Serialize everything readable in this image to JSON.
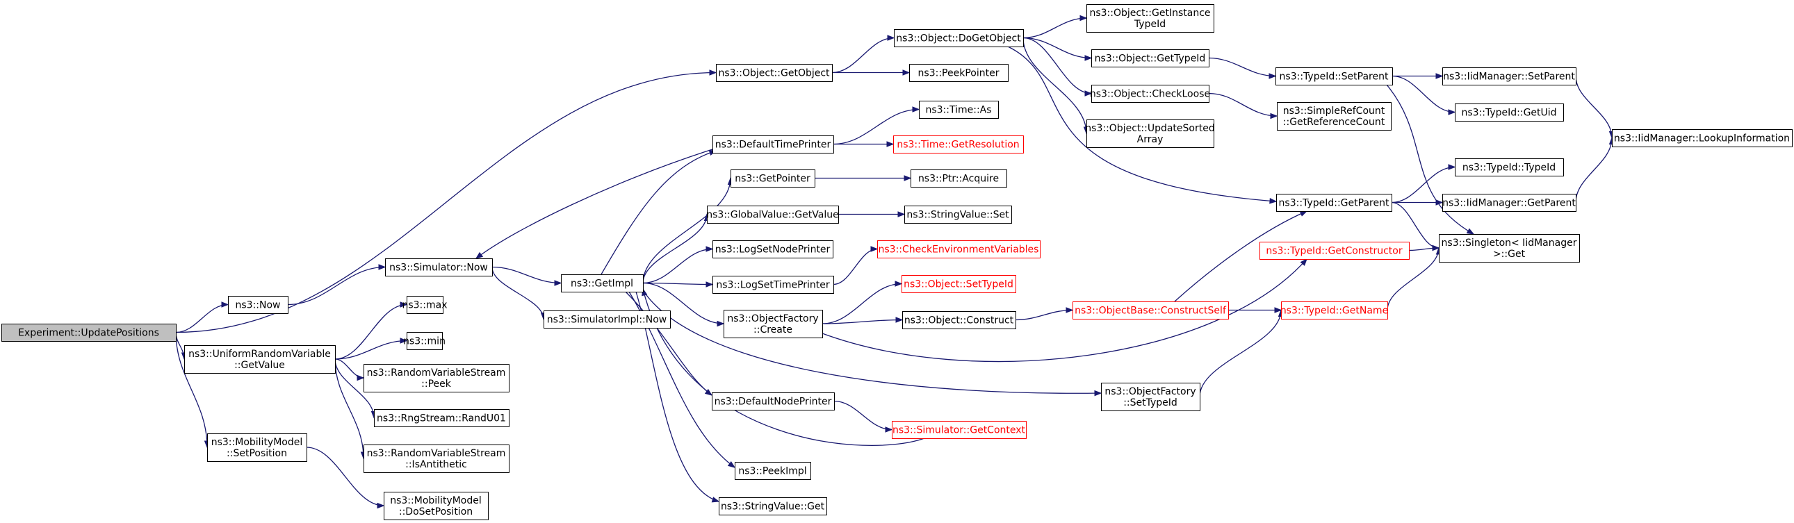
{
  "nodes": [
    {
      "id": "root",
      "lines": [
        "Experiment::UpdatePositions"
      ],
      "style": "root"
    },
    {
      "id": "now",
      "lines": [
        "ns3::Now"
      ]
    },
    {
      "id": "urv",
      "lines": [
        "ns3::UniformRandomVariable",
        "::GetValue"
      ]
    },
    {
      "id": "mmset",
      "lines": [
        "ns3::MobilityModel",
        "::SetPosition"
      ]
    },
    {
      "id": "getobject",
      "lines": [
        "ns3::Object::GetObject"
      ]
    },
    {
      "id": "simnow",
      "lines": [
        "ns3::Simulator::Now"
      ]
    },
    {
      "id": "max",
      "lines": [
        "ns3::max"
      ]
    },
    {
      "id": "min",
      "lines": [
        "ns3::min"
      ]
    },
    {
      "id": "rvspeek",
      "lines": [
        "ns3::RandomVariableStream",
        "::Peek"
      ]
    },
    {
      "id": "randu",
      "lines": [
        "ns3::RngStream::RandU01"
      ]
    },
    {
      "id": "isanti",
      "lines": [
        "ns3::RandomVariableStream",
        "::IsAntithetic"
      ]
    },
    {
      "id": "dosetpos",
      "lines": [
        "ns3::MobilityModel",
        "::DoSetPosition"
      ]
    },
    {
      "id": "dogetobject",
      "lines": [
        "ns3::Object::DoGetObject"
      ]
    },
    {
      "id": "peekpointer",
      "lines": [
        "ns3::PeekPointer"
      ]
    },
    {
      "id": "getimpl",
      "lines": [
        "ns3::GetImpl"
      ]
    },
    {
      "id": "simimplnow",
      "lines": [
        "ns3::SimulatorImpl::Now"
      ]
    },
    {
      "id": "dtp",
      "lines": [
        "ns3::DefaultTimePrinter"
      ]
    },
    {
      "id": "getpointer",
      "lines": [
        "ns3::GetPointer"
      ]
    },
    {
      "id": "gvget",
      "lines": [
        "ns3::GlobalValue::GetValue"
      ]
    },
    {
      "id": "lognode",
      "lines": [
        "ns3::LogSetNodePrinter"
      ]
    },
    {
      "id": "logtime",
      "lines": [
        "ns3::LogSetTimePrinter"
      ]
    },
    {
      "id": "ofcreate",
      "lines": [
        "ns3::ObjectFactory",
        "::Create"
      ]
    },
    {
      "id": "dnp",
      "lines": [
        "ns3::DefaultNodePrinter"
      ]
    },
    {
      "id": "peekimpl",
      "lines": [
        "ns3::PeekImpl"
      ]
    },
    {
      "id": "svget",
      "lines": [
        "ns3::StringValue::Get"
      ]
    },
    {
      "id": "timeas",
      "lines": [
        "ns3::Time::As"
      ]
    },
    {
      "id": "timeres",
      "lines": [
        "ns3::Time::GetResolution"
      ],
      "style": "red"
    },
    {
      "id": "ptracq",
      "lines": [
        "ns3::Ptr::Acquire"
      ]
    },
    {
      "id": "svset",
      "lines": [
        "ns3::StringValue::Set"
      ]
    },
    {
      "id": "checkenv",
      "lines": [
        "ns3::CheckEnvironmentVariables"
      ],
      "style": "red"
    },
    {
      "id": "objsettype",
      "lines": [
        "ns3::Object::SetTypeId"
      ],
      "style": "red"
    },
    {
      "id": "objconstruct",
      "lines": [
        "ns3::Object::Construct"
      ]
    },
    {
      "id": "simctx",
      "lines": [
        "ns3::Simulator::GetContext"
      ],
      "style": "red"
    },
    {
      "id": "getinst",
      "lines": [
        "ns3::Object::GetInstance",
        "TypeId"
      ]
    },
    {
      "id": "gettypeid",
      "lines": [
        "ns3::Object::GetTypeId"
      ]
    },
    {
      "id": "checkloose",
      "lines": [
        "ns3::Object::CheckLoose"
      ]
    },
    {
      "id": "updsorted",
      "lines": [
        "ns3::Object::UpdateSorted",
        "Array"
      ]
    },
    {
      "id": "obconstructself",
      "lines": [
        "ns3::ObjectBase::ConstructSelf"
      ],
      "style": "red"
    },
    {
      "id": "ofsettype",
      "lines": [
        "ns3::ObjectFactory",
        "::SetTypeId"
      ]
    },
    {
      "id": "tsetparent",
      "lines": [
        "ns3::TypeId::SetParent"
      ]
    },
    {
      "id": "srcref",
      "lines": [
        "ns3::SimpleRefCount",
        "::GetReferenceCount"
      ]
    },
    {
      "id": "tgetparent",
      "lines": [
        "ns3::TypeId::GetParent"
      ]
    },
    {
      "id": "tgetctor",
      "lines": [
        "ns3::TypeId::GetConstructor"
      ],
      "style": "red"
    },
    {
      "id": "tgetname",
      "lines": [
        "ns3::TypeId::GetName"
      ],
      "style": "red"
    },
    {
      "id": "iidsetparent",
      "lines": [
        "ns3::IidManager::SetParent"
      ]
    },
    {
      "id": "tgetuid",
      "lines": [
        "ns3::TypeId::GetUid"
      ]
    },
    {
      "id": "ttypeid",
      "lines": [
        "ns3::TypeId::TypeId"
      ]
    },
    {
      "id": "iidgetparent",
      "lines": [
        "ns3::IidManager::GetParent"
      ]
    },
    {
      "id": "singleton",
      "lines": [
        "ns3::Singleton< IidManager",
        " >::Get"
      ]
    },
    {
      "id": "iidlookup",
      "lines": [
        "ns3::IidManager::LookupInformation"
      ]
    }
  ],
  "edges": [
    {
      "from": "root",
      "to": "getobject"
    },
    {
      "from": "root",
      "to": "now"
    },
    {
      "from": "root",
      "to": "urv"
    },
    {
      "from": "root",
      "to": "mmset"
    },
    {
      "from": "now",
      "to": "simnow"
    },
    {
      "from": "urv",
      "to": "max"
    },
    {
      "from": "urv",
      "to": "min"
    },
    {
      "from": "urv",
      "to": "rvspeek"
    },
    {
      "from": "urv",
      "to": "randu"
    },
    {
      "from": "urv",
      "to": "isanti"
    },
    {
      "from": "mmset",
      "to": "dosetpos"
    },
    {
      "from": "getobject",
      "to": "dogetobject"
    },
    {
      "from": "getobject",
      "to": "peekpointer"
    },
    {
      "from": "simnow",
      "to": "getimpl"
    },
    {
      "from": "simnow",
      "to": "simimplnow"
    },
    {
      "from": "dtp",
      "to": "simnow"
    },
    {
      "from": "dtp",
      "to": "timeas"
    },
    {
      "from": "dtp",
      "to": "timeres"
    },
    {
      "from": "getimpl",
      "to": "dtp"
    },
    {
      "from": "getimpl",
      "to": "getpointer"
    },
    {
      "from": "getimpl",
      "to": "gvget"
    },
    {
      "from": "getimpl",
      "to": "lognode"
    },
    {
      "from": "getimpl",
      "to": "logtime"
    },
    {
      "from": "getimpl",
      "to": "ofcreate"
    },
    {
      "from": "getimpl",
      "to": "dnp"
    },
    {
      "from": "getimpl",
      "to": "peekimpl"
    },
    {
      "from": "getimpl",
      "to": "svget"
    },
    {
      "from": "getimpl",
      "to": "ofsettype"
    },
    {
      "from": "simctx",
      "to": "getimpl"
    },
    {
      "from": "getpointer",
      "to": "ptracq"
    },
    {
      "from": "gvget",
      "to": "svset"
    },
    {
      "from": "logtime",
      "to": "checkenv"
    },
    {
      "from": "ofcreate",
      "to": "objsettype"
    },
    {
      "from": "ofcreate",
      "to": "objconstruct"
    },
    {
      "from": "ofcreate",
      "to": "tgetctor"
    },
    {
      "from": "dnp",
      "to": "simctx"
    },
    {
      "from": "objconstruct",
      "to": "obconstructself"
    },
    {
      "from": "obconstructself",
      "to": "tgetparent"
    },
    {
      "from": "obconstructself",
      "to": "tgetname"
    },
    {
      "from": "ofsettype",
      "to": "tgetname"
    },
    {
      "from": "dogetobject",
      "to": "getinst"
    },
    {
      "from": "dogetobject",
      "to": "gettypeid"
    },
    {
      "from": "dogetobject",
      "to": "checkloose"
    },
    {
      "from": "dogetobject",
      "to": "updsorted"
    },
    {
      "from": "dogetobject",
      "to": "tgetparent"
    },
    {
      "from": "gettypeid",
      "to": "tsetparent"
    },
    {
      "from": "checkloose",
      "to": "srcref"
    },
    {
      "from": "tsetparent",
      "to": "iidsetparent"
    },
    {
      "from": "tsetparent",
      "to": "tgetuid"
    },
    {
      "from": "tsetparent",
      "to": "singleton"
    },
    {
      "from": "tgetparent",
      "to": "ttypeid"
    },
    {
      "from": "tgetparent",
      "to": "iidgetparent"
    },
    {
      "from": "tgetparent",
      "to": "singleton"
    },
    {
      "from": "tgetctor",
      "to": "singleton"
    },
    {
      "from": "tgetname",
      "to": "singleton"
    },
    {
      "from": "iidsetparent",
      "to": "iidlookup"
    },
    {
      "from": "iidgetparent",
      "to": "iidlookup"
    }
  ]
}
